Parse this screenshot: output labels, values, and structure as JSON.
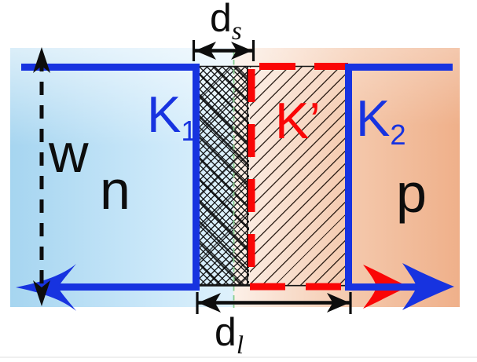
{
  "figure": {
    "regions": {
      "n_label": "n",
      "p_label": "p"
    },
    "contours": {
      "k1_base": "K",
      "k1_sub": "1",
      "kprime_base": "K",
      "kprime_mark": "’",
      "k2_base": "K",
      "k2_sub": "2"
    },
    "dimensions": {
      "w_label": "w",
      "ds_base": "d",
      "ds_sub": "s",
      "dl_base": "d",
      "dl_sub": "l"
    },
    "colors": {
      "contour_blue": "#1733e0",
      "contour_red": "#fa0606",
      "junction_guide_green": "#85cc8d",
      "n_fill_light": "#def1fc",
      "n_fill_deep": "#a6d5f0",
      "p_fill_light": "#fcf0e8",
      "p_fill_deep": "#efb08a",
      "annotation_black": "#0d0d0d"
    }
  }
}
